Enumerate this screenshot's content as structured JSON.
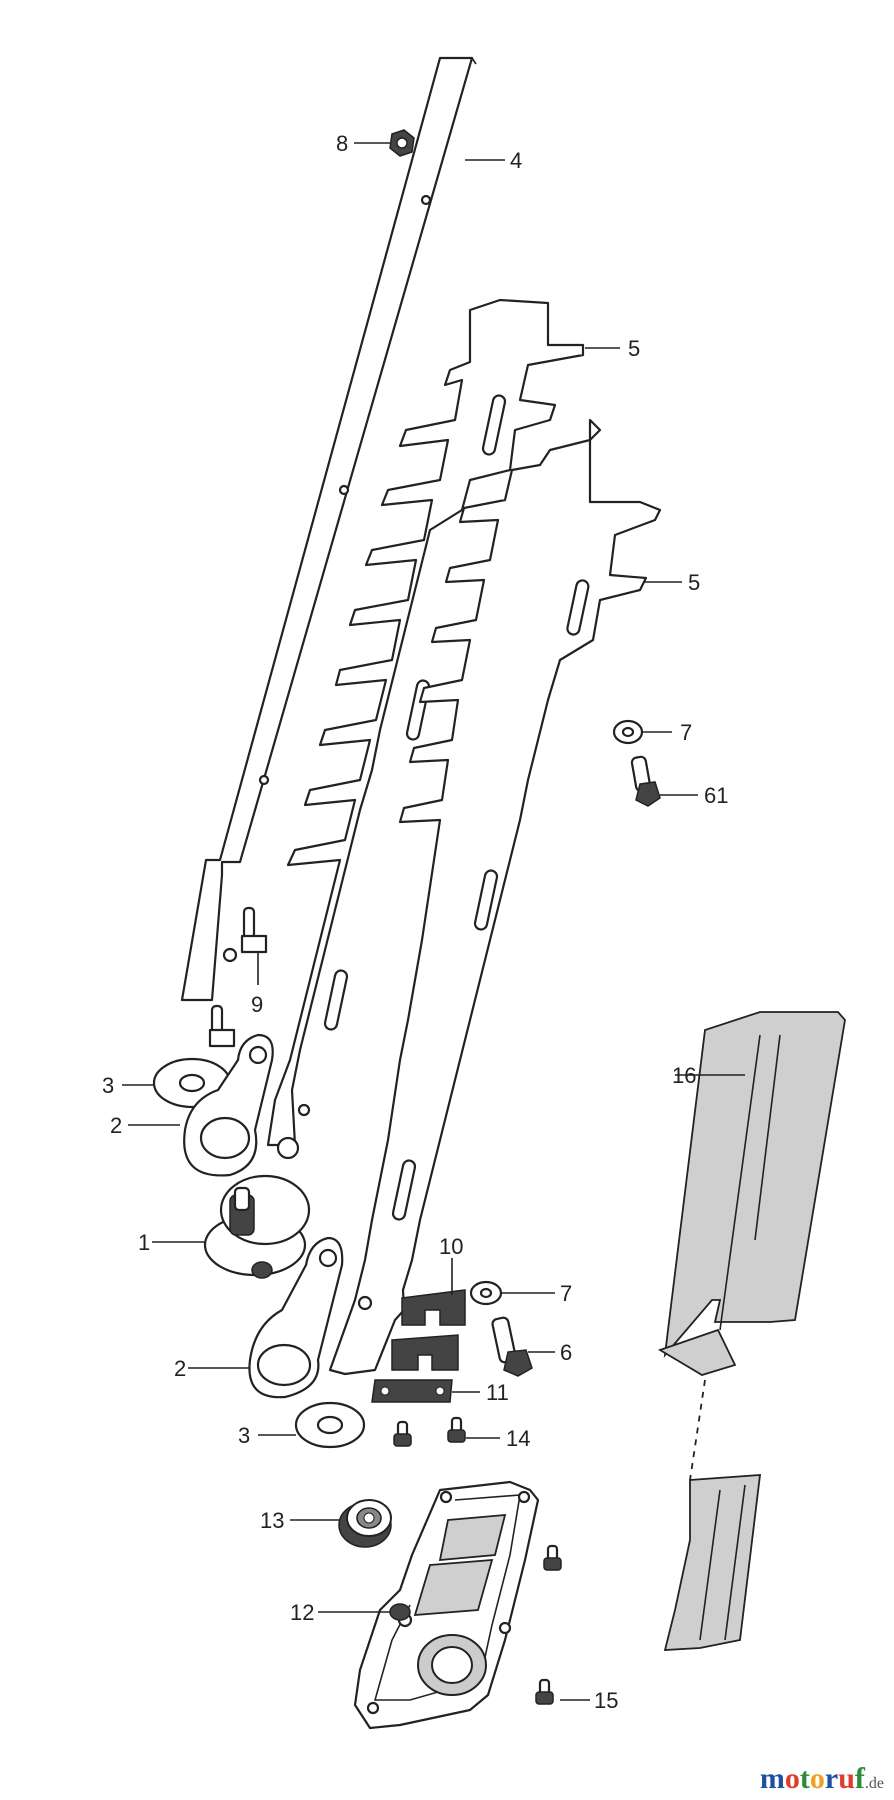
{
  "callouts": {
    "c8": "8",
    "c4": "4",
    "c5a": "5",
    "c5b": "5",
    "c7a": "7",
    "c61": "61",
    "c9": "9",
    "c3a": "3",
    "c2a": "2",
    "c1": "1",
    "c16": "16",
    "c10": "10",
    "c7b": "7",
    "c6": "6",
    "c2b": "2",
    "c11": "11",
    "c3b": "3",
    "c14": "14",
    "c13": "13",
    "c12": "12",
    "c15": "15"
  },
  "brand": {
    "letters": [
      "m",
      "o",
      "t",
      "o",
      "r",
      "u",
      "f"
    ],
    "colors": [
      "#1f4fa0",
      "#e23b2e",
      "#2e8b3a",
      "#f0a020",
      "#1f4fa0",
      "#e23b2e",
      "#2e8b3a"
    ],
    "suffix": ".de"
  }
}
